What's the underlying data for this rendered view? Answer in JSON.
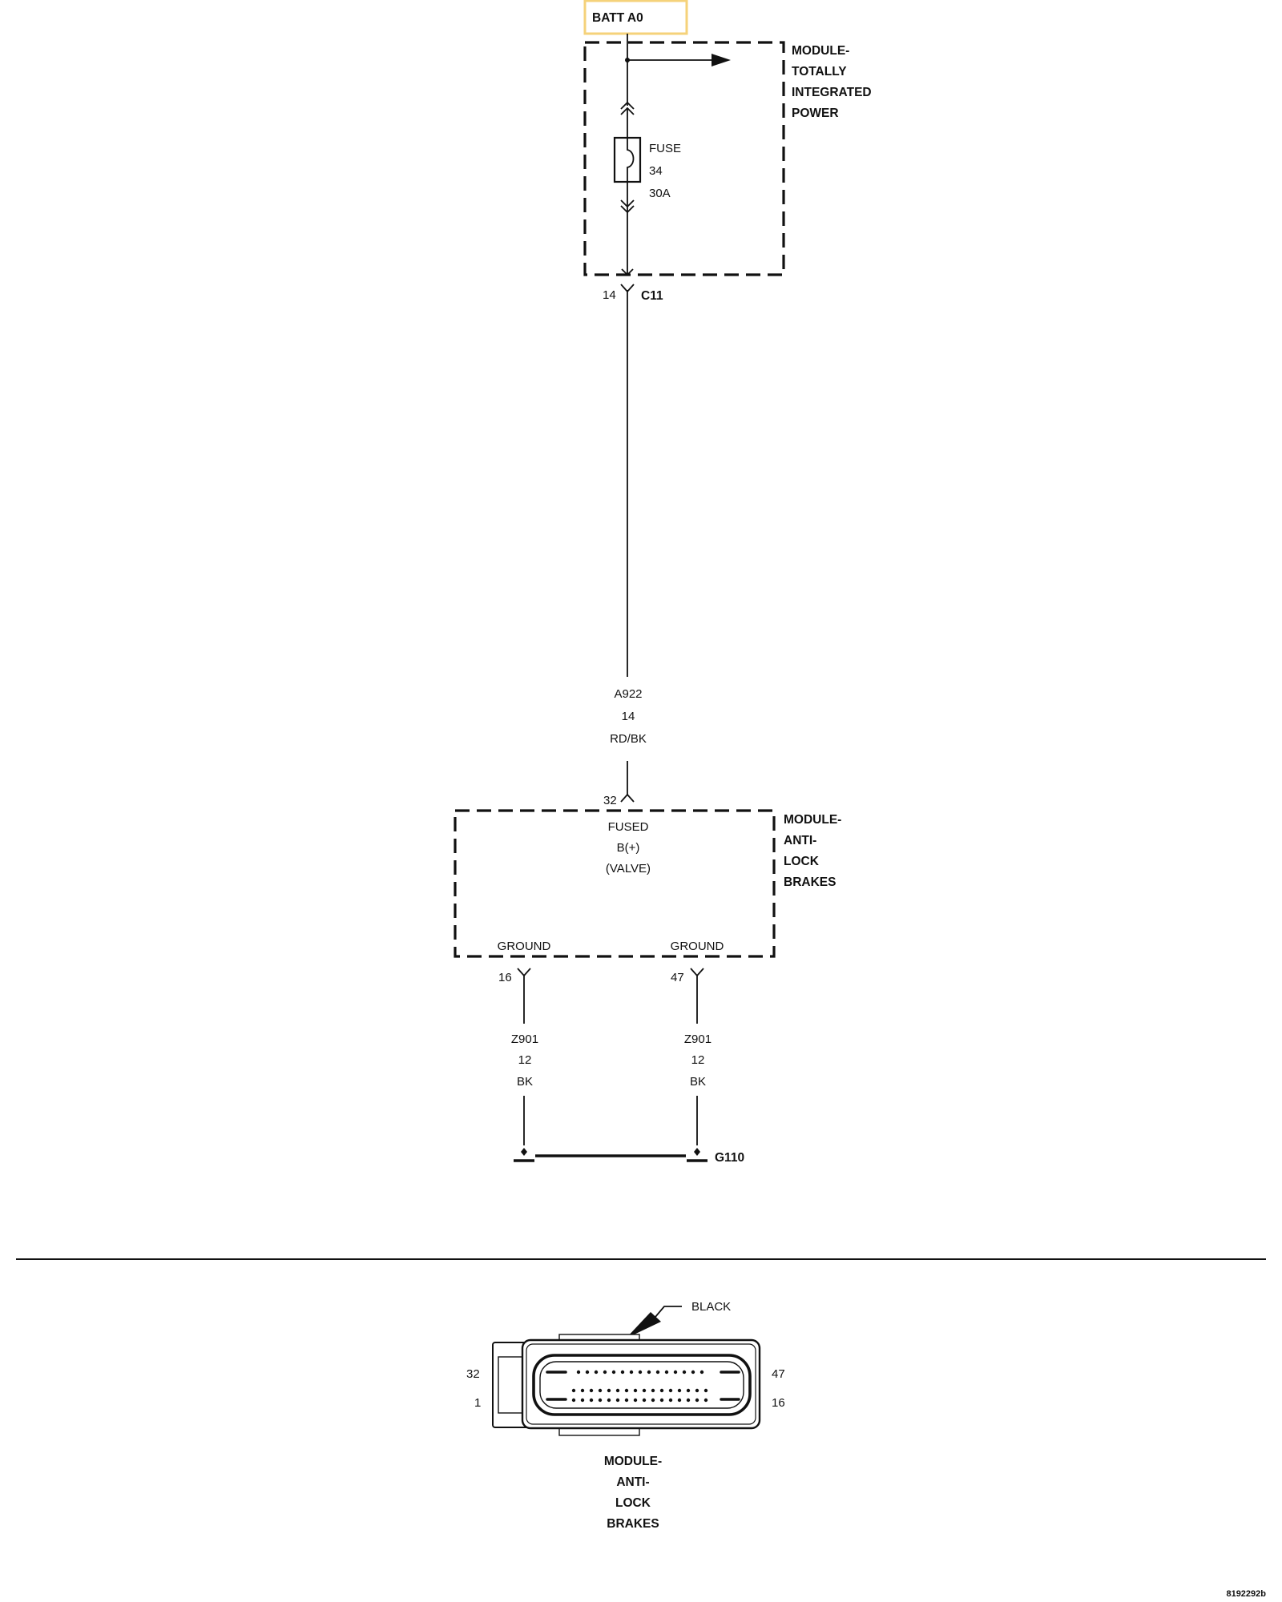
{
  "source": {
    "label": "BATT A0",
    "highlight_color": "#f5d27a"
  },
  "tipm": {
    "name_lines": [
      "MODULE-",
      "TOTALLY",
      "INTEGRATED",
      "POWER"
    ],
    "fuse_lines": [
      "FUSE",
      "34",
      "30A"
    ],
    "connector_pin": "14",
    "connector_id": "C11"
  },
  "wire_a922": {
    "circuit": "A922",
    "gauge": "14",
    "color": "RD/BK"
  },
  "abs": {
    "input_pin": "32",
    "input_lines": [
      "FUSED",
      "B(+)",
      "(VALVE)"
    ],
    "name_lines": [
      "MODULE-",
      "ANTI-",
      "LOCK",
      "BRAKES"
    ],
    "grounds": [
      {
        "label": "GROUND",
        "pin": "16",
        "circuit": "Z901",
        "gauge": "12",
        "color": "BK"
      },
      {
        "label": "GROUND",
        "pin": "47",
        "circuit": "Z901",
        "gauge": "12",
        "color": "BK"
      }
    ]
  },
  "ground_point": "G110",
  "connector_view": {
    "color_label": "BLACK",
    "pins": {
      "top_left": "32",
      "bottom_left": "1",
      "top_right": "47",
      "bottom_right": "16"
    },
    "name_lines": [
      "MODULE-",
      "ANTI-",
      "LOCK",
      "BRAKES"
    ]
  },
  "figure_id": "8192292b"
}
